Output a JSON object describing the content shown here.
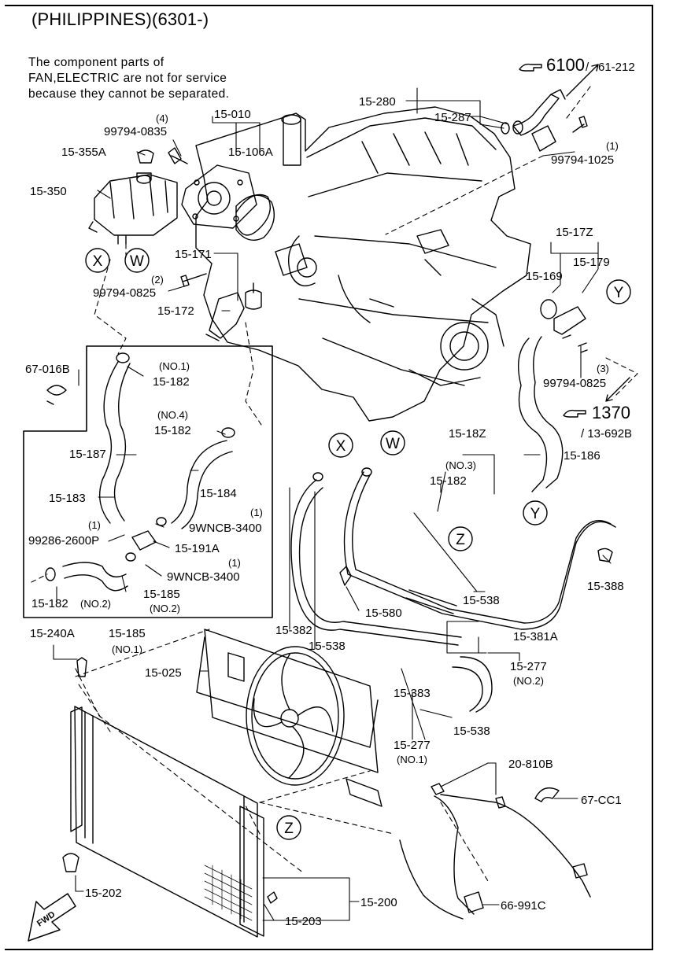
{
  "title": "(PHILIPPINES)(6301-)",
  "note": [
    "The component parts of",
    "FAN,ELECTRIC are not for service",
    "because they cannot be separated."
  ],
  "refs": [
    {
      "main": "6100",
      "sub": "61-212"
    },
    {
      "main": "1370",
      "sub": "/ 13-692B"
    }
  ],
  "callouts": [
    "X",
    "W",
    "Y",
    "Z"
  ],
  "parts": {
    "p15_280": "15-280",
    "p15_287": "15-287",
    "p99794_1025": "99794-1025",
    "q1a": "(1)",
    "p15_010": "15-010",
    "p15_106A": "15-106A",
    "q4": "(4)",
    "p99794_0835": "99794-0835",
    "p15_355A": "15-355A",
    "p15_350": "15-350",
    "p15_171": "15-171",
    "q2": "(2)",
    "p99794_0825a": "99794-0825",
    "p15_172": "15-172",
    "p15_17Z": "15-17Z",
    "p15_179": "15-179",
    "p15_169": "15-169",
    "q3": "(3)",
    "p99794_0825b": "99794-0825",
    "p67_016B": "67-016B",
    "no1": "(NO.1)",
    "p15_182a": "15-182",
    "no4": "(NO.4)",
    "p15_182b": "15-182",
    "p15_187": "15-187",
    "p15_184": "15-184",
    "p15_183": "15-183",
    "q1b": "(1)",
    "p9WNCB_3400a": "9WNCB-3400",
    "q1c": "(1)",
    "p99286_2600P": "99286-2600P",
    "p15_191A": "15-191A",
    "q1d": "(1)",
    "p9WNCB_3400b": "9WNCB-3400",
    "p15_185a": "15-185",
    "no2a": "(NO.2)",
    "p15_182c": "15-182",
    "no2b": "(NO.2)",
    "p15_185b": "15-185",
    "no1b": "(NO.1)",
    "p15_18Z": "15-18Z",
    "no3": "(NO.3)",
    "p15_182d": "15-182",
    "p15_186": "15-186",
    "p15_388": "15-388",
    "p15_580": "15-580",
    "p15_538a": "15-538",
    "p15_382": "15-382",
    "p15_538b": "15-538",
    "p15_381A": "15-381A",
    "p15_277a": "15-277",
    "no2c": "(NO.2)",
    "p15_383": "15-383",
    "p15_538c": "15-538",
    "p15_277b": "15-277",
    "no1c": "(NO.1)",
    "p15_240A": "15-240A",
    "p15_025": "15-025",
    "p20_810B": "20-810B",
    "p67_CC1": "67-CC1",
    "p15_202": "15-202",
    "p15_200": "15-200",
    "p15_203": "15-203",
    "p66_991C": "66-991C",
    "fwd": "FWD"
  }
}
